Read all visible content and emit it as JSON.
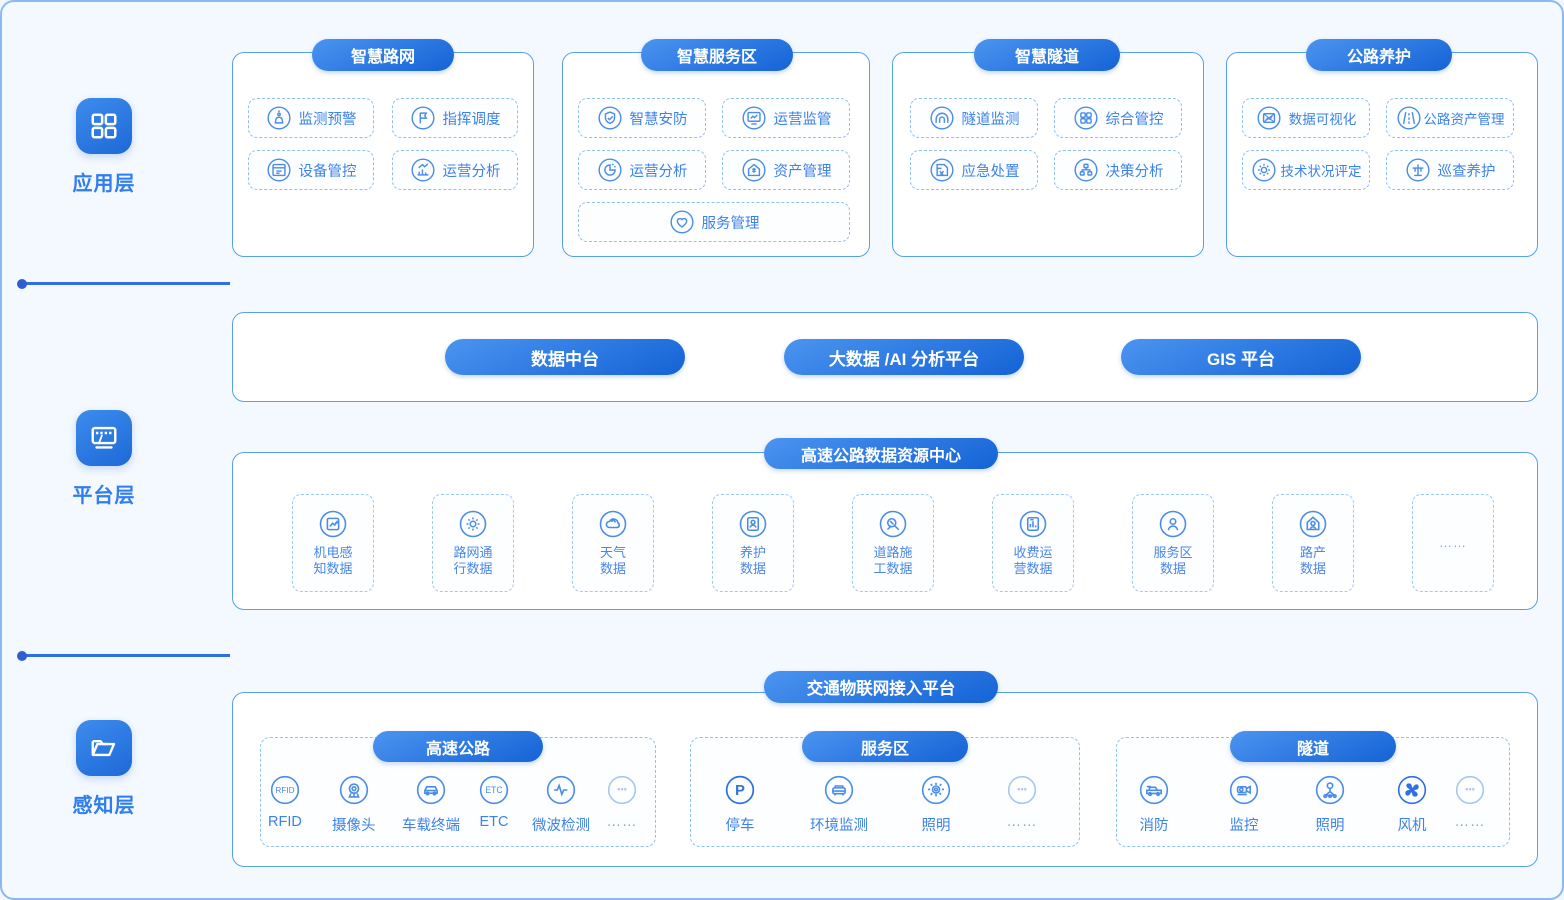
{
  "colors": {
    "background": "#f4f8ff",
    "accent_blue": "#2f7def",
    "pill_gradient_from": "#4b94f0",
    "pill_gradient_to": "#1463d6",
    "card_border": "#56a0ef",
    "dashed_border": "#8fc0f4",
    "text_blue": "#3d82e8"
  },
  "layers": [
    {
      "key": "application",
      "label": "应用层",
      "icon": "grid-icon"
    },
    {
      "key": "platform",
      "label": "平台层",
      "icon": "monitor-icon"
    },
    {
      "key": "perception",
      "label": "感知层",
      "icon": "folder-icon"
    }
  ],
  "application_layer": {
    "panels": [
      {
        "title": "智慧路网",
        "items": [
          {
            "label": "监测预警",
            "icon": "alarm-icon"
          },
          {
            "label": "指挥调度",
            "icon": "flag-icon"
          },
          {
            "label": "设备管控",
            "icon": "device-list-icon"
          },
          {
            "label": "运营分析",
            "icon": "chart-analysis-icon"
          }
        ]
      },
      {
        "title": "智慧服务区",
        "items": [
          {
            "label": "智慧安防",
            "icon": "shield-check-icon"
          },
          {
            "label": "运营监管",
            "icon": "monitor-chart-icon"
          },
          {
            "label": "运营分析",
            "icon": "pie-chart-icon"
          },
          {
            "label": "资产管理",
            "icon": "asset-home-icon"
          },
          {
            "label": "服务管理",
            "icon": "heart-icon"
          }
        ]
      },
      {
        "title": "智慧隧道",
        "items": [
          {
            "label": "隧道监测",
            "icon": "tunnel-icon"
          },
          {
            "label": "综合管控",
            "icon": "grid-four-icon"
          },
          {
            "label": "应急处置",
            "icon": "emergency-doc-icon"
          },
          {
            "label": "决策分析",
            "icon": "hierarchy-icon"
          }
        ]
      },
      {
        "title": "公路养护",
        "items": [
          {
            "label": "数据可视化",
            "icon": "visualization-icon"
          },
          {
            "label": "公路资产管理",
            "icon": "road-asset-icon"
          },
          {
            "label": "技术状况评定",
            "icon": "gear-icon"
          },
          {
            "label": "巡查养护",
            "icon": "inspection-icon"
          }
        ]
      }
    ]
  },
  "platform_layer": {
    "platforms": [
      "数据中台",
      "大数据 /AI 分析平台",
      "GIS 平台"
    ],
    "data_center": {
      "title": "高速公路数据资源中心",
      "items": [
        {
          "label": "机电感\n知数据",
          "icon": "sensor-chart-icon"
        },
        {
          "label": "路网通\n行数据",
          "icon": "network-gear-icon"
        },
        {
          "label": "天气\n数据",
          "icon": "weather-cloud-icon"
        },
        {
          "label": "养护\n数据",
          "icon": "maintenance-card-icon"
        },
        {
          "label": "道路施\n工数据",
          "icon": "construction-icon"
        },
        {
          "label": "收费运\n营数据",
          "icon": "toll-icon"
        },
        {
          "label": "服务区\n数据",
          "icon": "person-icon"
        },
        {
          "label": "路产\n数据",
          "icon": "road-property-icon"
        },
        {
          "label": "……",
          "icon": "ellipsis-icon"
        }
      ]
    }
  },
  "perception_layer": {
    "title": "交通物联网接入平台",
    "groups": [
      {
        "title": "高速公路",
        "nodes": [
          {
            "label": "RFID",
            "icon": "rfid-icon"
          },
          {
            "label": "摄像头",
            "icon": "camera-icon"
          },
          {
            "label": "车载终端",
            "icon": "vehicle-terminal-icon"
          },
          {
            "label": "ETC",
            "icon": "etc-icon"
          },
          {
            "label": "微波检测",
            "icon": "microwave-wave-icon"
          },
          {
            "label": "……",
            "icon": "ellipsis-icon"
          }
        ]
      },
      {
        "title": "服务区",
        "nodes": [
          {
            "label": "停车",
            "icon": "parking-icon"
          },
          {
            "label": "环境监测",
            "icon": "environment-icon"
          },
          {
            "label": "照明",
            "icon": "lighting-icon"
          },
          {
            "label": "……",
            "icon": "ellipsis-icon"
          }
        ]
      },
      {
        "title": "隧道",
        "nodes": [
          {
            "label": "消防",
            "icon": "fire-truck-icon"
          },
          {
            "label": "监控",
            "icon": "surveillance-icon"
          },
          {
            "label": "照明",
            "icon": "tunnel-light-icon"
          },
          {
            "label": "风机",
            "icon": "fan-icon"
          },
          {
            "label": "……",
            "icon": "ellipsis-icon"
          }
        ]
      }
    ]
  }
}
